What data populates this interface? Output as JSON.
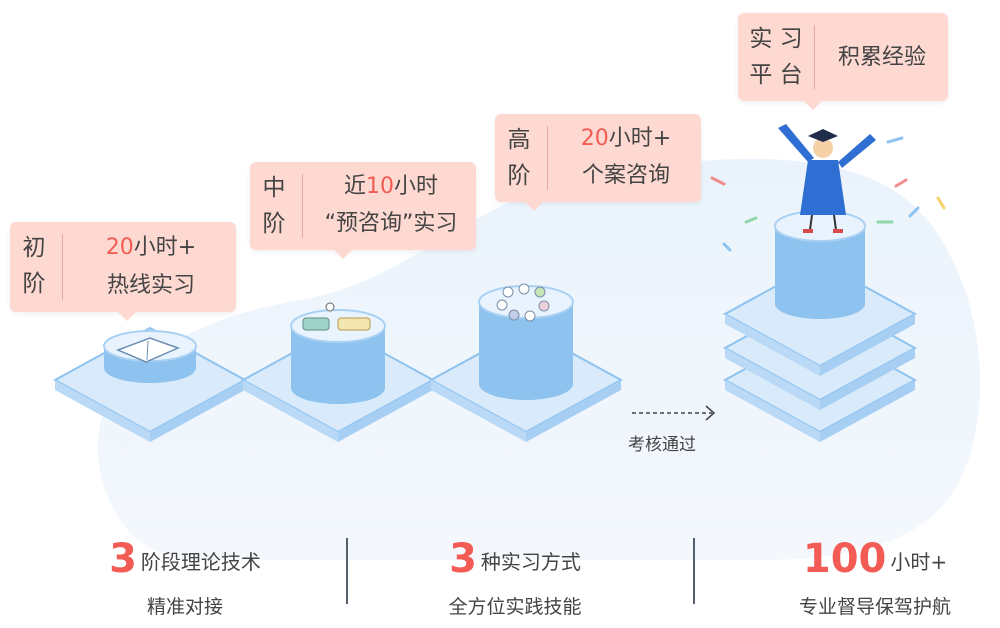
{
  "stages": [
    {
      "level": [
        "初",
        "阶"
      ],
      "hours": "20",
      "hours_suffix": "小时+",
      "desc": "热线实习"
    },
    {
      "level": [
        "中",
        "阶"
      ],
      "hours_prefix": "近",
      "hours": "10",
      "hours_suffix": "小时",
      "desc": "“预咨询”实习"
    },
    {
      "level": [
        "高",
        "阶"
      ],
      "hours": "20",
      "hours_suffix": "小时+",
      "desc": "个案咨询"
    },
    {
      "level": [
        "实 习",
        "平 台"
      ],
      "desc": "积累经验"
    }
  ],
  "arrow_label": "考核通过",
  "stats": [
    {
      "big": "3",
      "line1": "阶段理论技术",
      "line2": "精准对接"
    },
    {
      "big": "3",
      "line1": "种实习方式",
      "line2": "全方位实践技能"
    },
    {
      "big": "100",
      "line1": "小时+",
      "line2": "专业督导保驾护航"
    }
  ],
  "colors": {
    "accent": "#f25c54",
    "bubble": "#fdd9d1",
    "pillar": "#8ec2ef",
    "platform": "#d9ebfb"
  }
}
